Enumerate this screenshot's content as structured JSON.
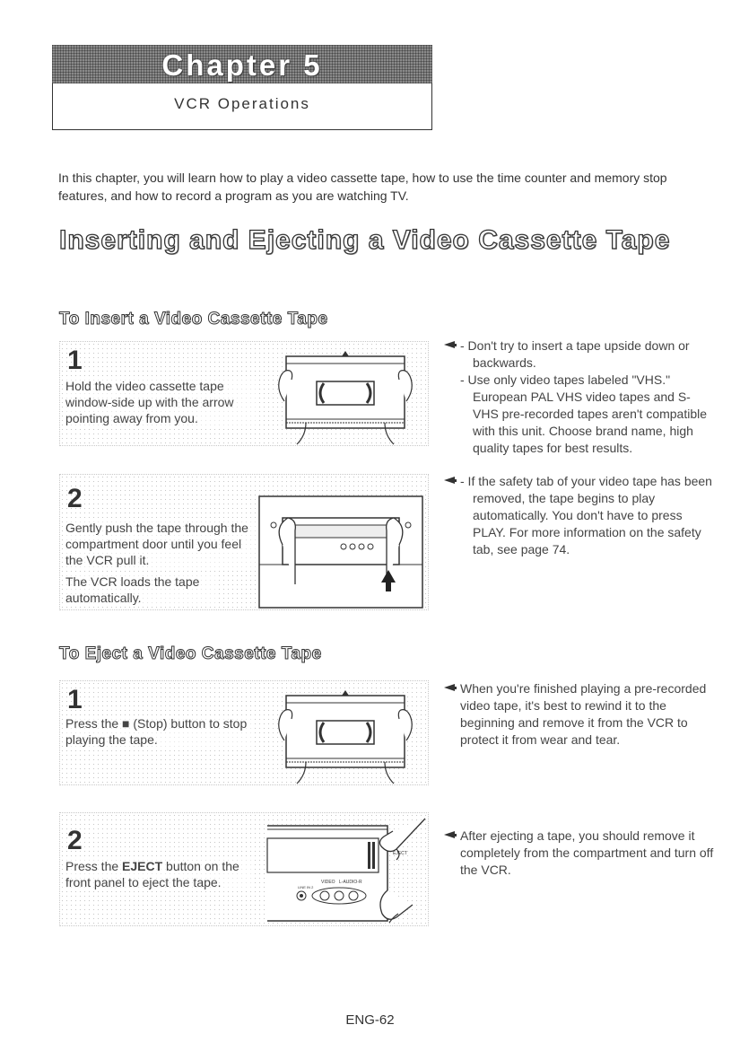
{
  "chapter": {
    "title": "Chapter 5",
    "subtitle": "VCR Operations"
  },
  "intro": "In this chapter, you will learn how to play a video cassette tape, how to use the time counter and memory stop features, and how to record a program as you are watching TV.",
  "main_heading": "Inserting and Ejecting a Video Cassette Tape",
  "insert_section": {
    "heading": "To Insert a Video Cassette Tape",
    "steps": [
      {
        "number": "1",
        "text": "Hold the video cassette tape window-side up with the arrow pointing away from you."
      },
      {
        "number": "2",
        "text": "Gently push the tape through the compartment door until you feel the VCR pull it.",
        "text2": "The VCR loads the tape automatically."
      }
    ],
    "notes": [
      {
        "lines": [
          "- Don't try to insert a tape upside down or backwards.",
          "- Use only video tapes labeled \"VHS.\" European PAL VHS video tapes and S-VHS pre-recorded tapes aren't compatible with this unit. Choose brand name, high quality tapes for best results."
        ]
      },
      {
        "lines": [
          "- If the safety tab of your video tape has been removed, the tape begins to play automatically. You don't have to press PLAY. For more information on the safety tab, see page 74."
        ]
      }
    ]
  },
  "eject_section": {
    "heading": "To Eject a Video Cassette Tape",
    "steps": [
      {
        "number": "1",
        "text_before": "Press the ",
        "stop_symbol": "■",
        "text_after": " (Stop) button to stop playing the tape."
      },
      {
        "number": "2",
        "text_before": "Press the ",
        "bold": "EJECT",
        "text_after": " button on the front panel to eject the tape."
      }
    ],
    "notes": [
      {
        "text": "When you're finished playing a pre-recorded video tape, it's best to rewind it to the beginning and remove it from the VCR to protect it from wear and tear."
      },
      {
        "text": "After ejecting a tape, you should remove it completely from the compartment and turn off the VCR."
      }
    ]
  },
  "panel_labels": {
    "eject": "EJECT",
    "video": "VIDEO",
    "audio": "L-AUDIO-R",
    "line_in": "LINE IN 2"
  },
  "page_number": "ENG-62"
}
